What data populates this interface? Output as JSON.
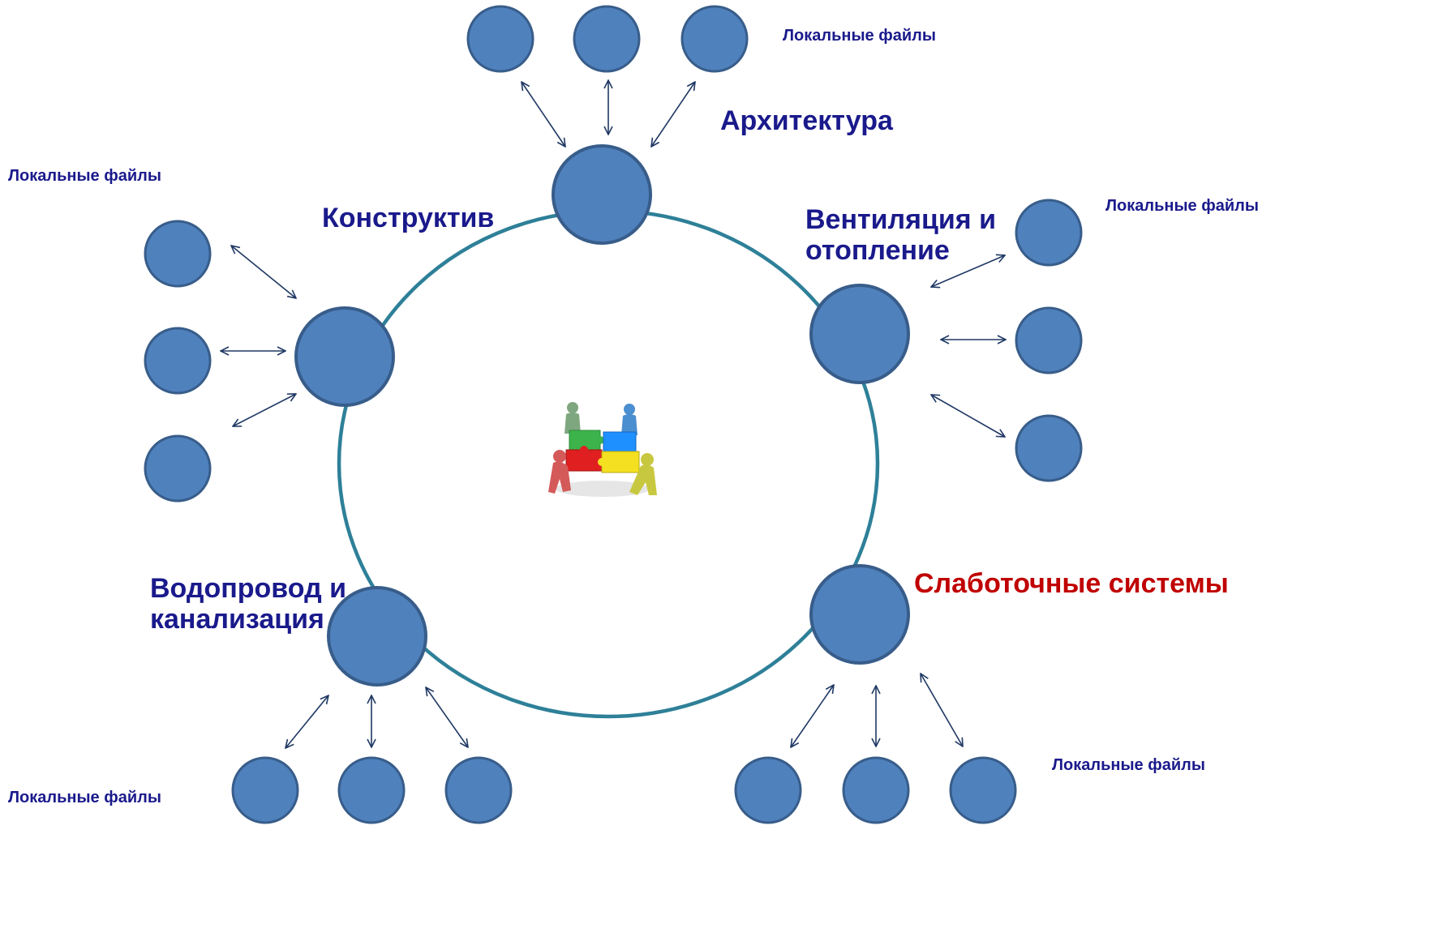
{
  "colors": {
    "node_fill": "#4f81bd",
    "node_stroke": "#385d8a",
    "ring_stroke": "#2e8098",
    "arrow_stroke": "#1f3864",
    "label_blue": "#1a1a8c",
    "label_red": "#c00000"
  },
  "center": {
    "icon": "team-puzzle-icon"
  },
  "sections": {
    "architecture": {
      "label": "Архитектура",
      "color": "#1a1a8c"
    },
    "structural": {
      "label": "Конструктив",
      "color": "#1a1a8c"
    },
    "ventilation": {
      "label_line1": "Вентиляция и",
      "label_line2": "отопление",
      "color": "#1a1a8c"
    },
    "plumbing": {
      "label_line1": "Водопровод и",
      "label_line2": "канализация",
      "color": "#1a1a8c"
    },
    "low_current": {
      "label": "Слаботочные системы",
      "color": "#c00000"
    }
  },
  "local_files": {
    "top": "Локальные файлы",
    "left": "Локальные файлы",
    "right": "Локальные файлы",
    "bottom_left": "Локальные файлы",
    "bottom_right": "Локальные файлы"
  }
}
